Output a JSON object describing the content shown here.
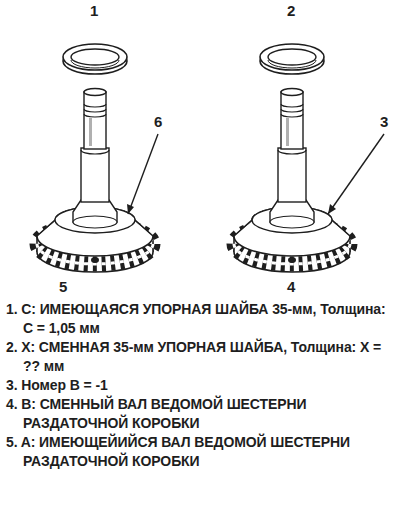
{
  "diagram": {
    "labels": [
      "1",
      "2",
      "6",
      "3",
      "5",
      "4",
      "1. C: ИМЕЮЩАЯСЯ УПОРНАЯ ШАЙБА 35-мм, Толщина: C = 1,05 мм",
      "2. X: СМЕННАЯ 35-мм УПОРНАЯ ШАЙБА, Толщина: X = ?? мм",
      "3. Номер B = -1",
      "4. B: СМЕННЫЙ ВАЛ ВЕДОМОЙ ШЕСТЕРНИ РАЗДАТОЧНОЙ КОРОБКИ",
      "5. A: ИМЕЮЩЕЙИЙСЯ ВАЛ ВЕДОМОЙ ШЕСТЕРНИ РАЗДАТОЧНОЙ КОРОБКИ"
    ]
  }
}
